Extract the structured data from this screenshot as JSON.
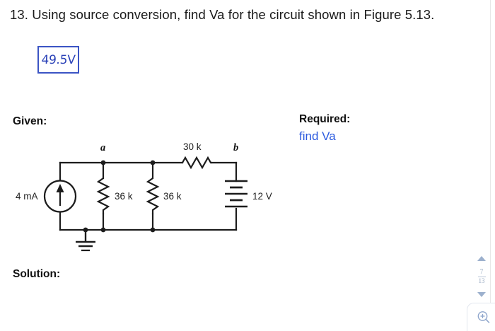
{
  "question": {
    "text": "13. Using source conversion, find Va for the circuit shown in Figure 5.13."
  },
  "answer_box": {
    "value": "49.5V",
    "ink_color": "#2c43b8",
    "border_color": "#3b54c4"
  },
  "sections": {
    "given_label": "Given:",
    "required_label": "Required:",
    "required_value": "find Va",
    "required_value_color": "#2b5adf",
    "solution_label": "Solution:"
  },
  "circuit": {
    "caption_figure": "Figure 5.13",
    "nodes": [
      {
        "name": "a",
        "label": "a"
      },
      {
        "name": "b",
        "label": "b"
      }
    ],
    "components": [
      {
        "name": "current-source",
        "label": "4 mA",
        "type": "current-source",
        "direction": "up"
      },
      {
        "name": "resistor-r1",
        "label": "36 k",
        "type": "resistor",
        "orientation": "vertical"
      },
      {
        "name": "resistor-r2",
        "label": "36 k",
        "type": "resistor",
        "orientation": "vertical"
      },
      {
        "name": "resistor-r3",
        "label": "30 k",
        "type": "resistor",
        "orientation": "horizontal"
      },
      {
        "name": "voltage-source",
        "label": "12 V",
        "type": "battery"
      },
      {
        "name": "ground",
        "label": "",
        "type": "ground"
      }
    ],
    "wire_color": "#1c1c1c"
  },
  "page_nav": {
    "current_page": "7",
    "total_pages": "13",
    "up_arrow": "scroll-up-icon",
    "down_arrow": "scroll-down-icon"
  },
  "zoom_control": {
    "icon": "zoom-in-icon"
  }
}
